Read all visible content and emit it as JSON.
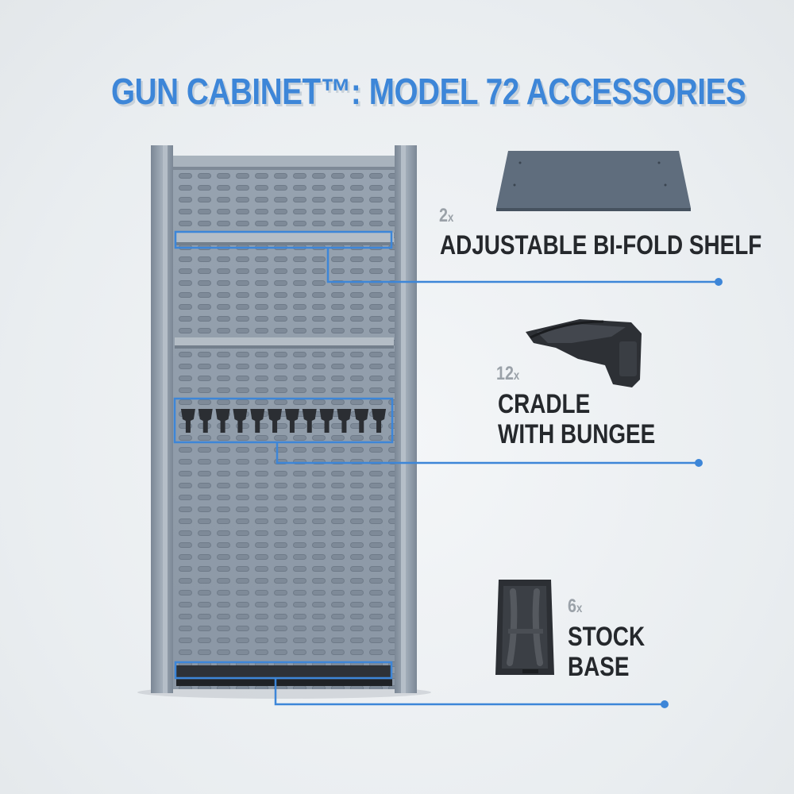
{
  "title": "GUN CABINET™: MODEL 72 ACCESSORIES",
  "accessories": [
    {
      "qty": "2",
      "unit": "x",
      "label_lines": [
        "ADJUSTABLE BI-FOLD SHELF"
      ],
      "icon": "bi-fold-shelf-icon"
    },
    {
      "qty": "12",
      "unit": "x",
      "label_lines": [
        "CRADLE",
        "WITH BUNGEE"
      ],
      "icon": "cradle-icon"
    },
    {
      "qty": "6",
      "unit": "x",
      "label_lines": [
        "STOCK",
        "BASE"
      ],
      "icon": "stock-base-icon"
    }
  ],
  "colors": {
    "accent": "#3d86d8",
    "cabinet": "#8e9aa8",
    "cabinet_dark": "#6c7886",
    "accessory_dark": "#2b2e33",
    "text_dark": "#25282c",
    "qty_gray": "#9aa1a8"
  }
}
